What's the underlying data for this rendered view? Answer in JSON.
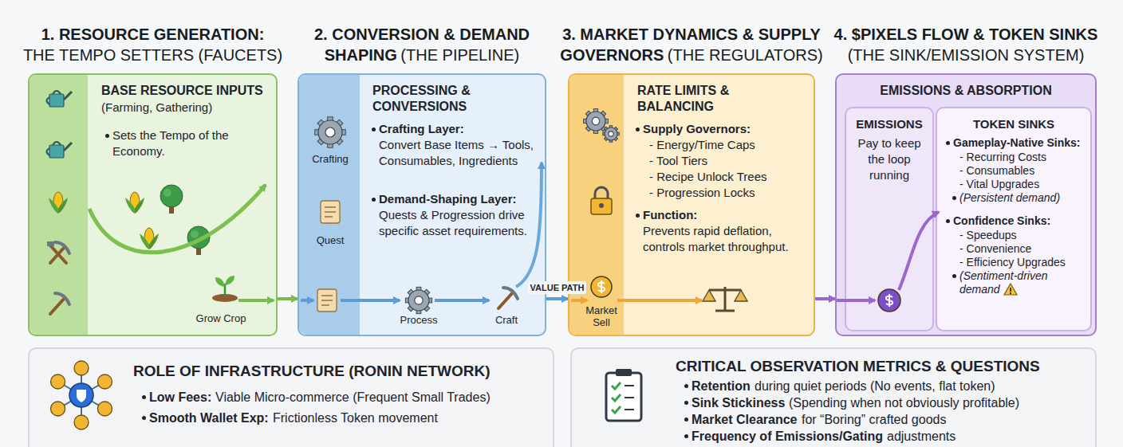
{
  "diagram": {
    "nodes": [
      {
        "text": [
          "1. RESOURCE GENERATION:",
          "THE TEMPO SETTERS (FAUCETS)",
          "BASE RESOURCE INPUTS",
          "(Farming, Gathering)",
          "Sets the Tempo of the Economy.",
          "Grow Crop"
        ]
      },
      {
        "text": [
          "2. CONVERSION & DEMAND SHAPING",
          "(THE PIPELINE)",
          "PROCESSING & CONVERSIONS",
          "Crafting Layer:",
          "Convert Base Items → Tools, Consumables, Ingredients",
          "Demand-Shaping Layer:",
          "Quests & Progression drive specific asset requirements.",
          "Crafting",
          "Quest",
          "Process",
          "Craft"
        ]
      },
      {
        "text": [
          "3. MARKET DYNAMICS & SUPPLY GOVERNORS",
          "(THE REGULATORS)",
          "RATE LIMITS & BALANCING",
          "Supply Governors:",
          "- Energy/Time Caps",
          "- Tool Tiers",
          "- Recipe Unlock Trees",
          "- Progression Locks",
          "Function:",
          "Prevents rapid deflation, controls market throughput.",
          "Market Sell"
        ]
      },
      {
        "text": [
          "4. $PIXELS FLOW & TOKEN SINKS",
          "(THE SINK/EMISSION SYSTEM)",
          "EMISSIONS & ABSORPTION"
        ]
      },
      {
        "text": [
          "EMISSIONS",
          "Pay to keep the loop running"
        ],
        "in": 3
      },
      {
        "text": [
          "TOKEN SINKS",
          "Gameplay-Native Sinks:",
          "- Recurring Costs",
          "- Consumables",
          "- Vital Upgrades",
          "(Persistent demand)",
          "Confidence Sinks:",
          "- Speedups",
          "- Convenience",
          "- Efficiency Upgrades",
          "(Sentiment-driven demand"
        ],
        "in": 3
      },
      {
        "text": [
          "ROLE OF INFRASTRUCTURE (RONIN NETWORK)",
          "Low Fees:",
          "Viable Micro-commerce (Frequent Small Trades)",
          "Smooth Wallet Exp:",
          "Frictionless Token movement"
        ]
      },
      {
        "text": [
          "CRITICAL OBSERVATION METRICS & QUESTIONS",
          "Retention",
          "during quiet periods (No events, flat token)",
          "Sink Stickiness",
          "(Spending when not obviously profitable)",
          "Market Clearance",
          "for “Boring” crafted goods",
          "Frequency of Emissions/Gating",
          "adjustments"
        ]
      }
    ],
    "edges": [
      {
        "from": 0,
        "to": 1,
        "arrow": "to"
      },
      {
        "from": 1,
        "to": 2,
        "arrow": "to",
        "label": "VALUE PATH"
      },
      {
        "from": 2,
        "to": 3,
        "arrow": "to"
      }
    ]
  }
}
